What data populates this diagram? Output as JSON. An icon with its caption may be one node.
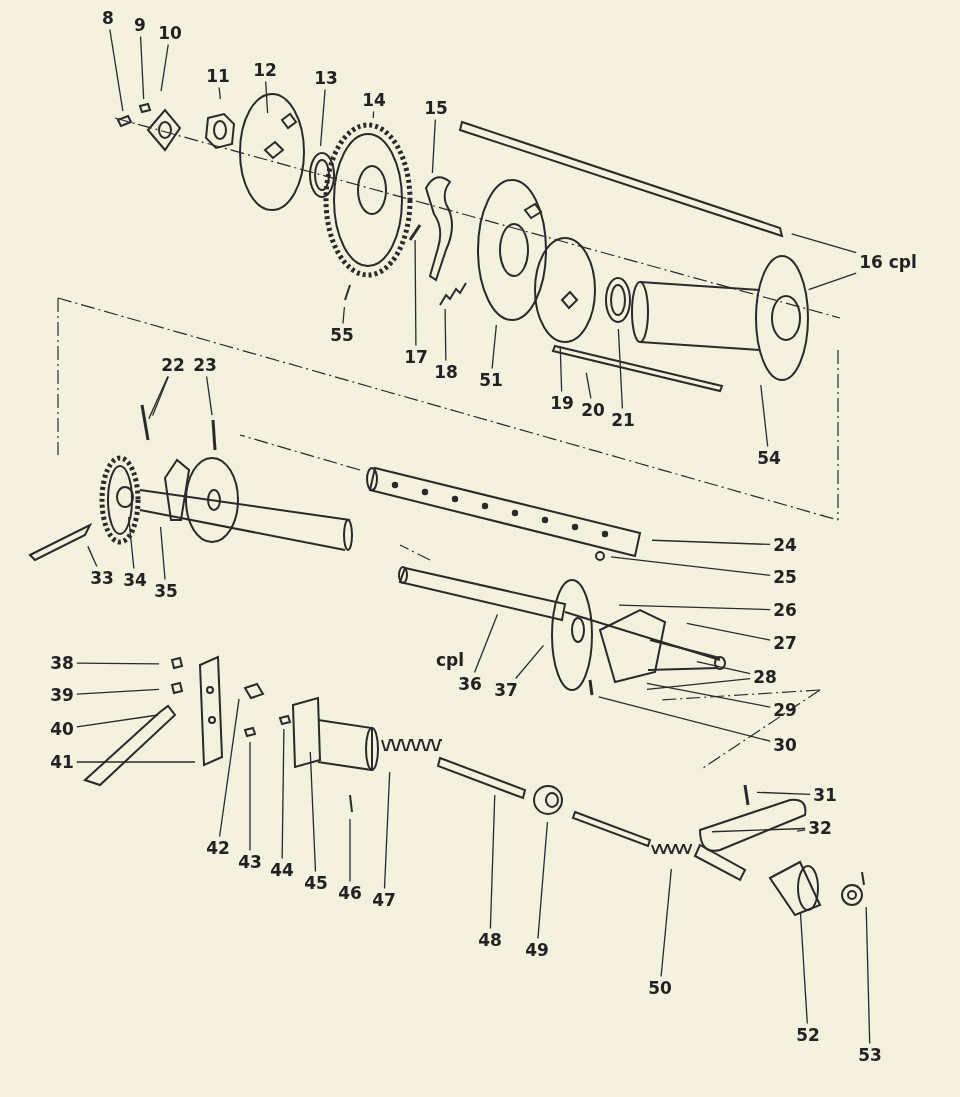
{
  "diagram": {
    "nodes": [
      {
        "text": [
          "8"
        ]
      },
      {
        "text": [
          "9"
        ]
      },
      {
        "text": [
          "10"
        ]
      },
      {
        "text": [
          "11"
        ]
      },
      {
        "text": [
          "12"
        ]
      },
      {
        "text": [
          "13"
        ]
      },
      {
        "text": [
          "14"
        ]
      },
      {
        "text": [
          "15"
        ]
      },
      {
        "text": [
          "16 cpl"
        ]
      },
      {
        "text": [
          "55"
        ]
      },
      {
        "text": [
          "17"
        ]
      },
      {
        "text": [
          "18"
        ]
      },
      {
        "text": [
          "51"
        ]
      },
      {
        "text": [
          "19"
        ]
      },
      {
        "text": [
          "20"
        ]
      },
      {
        "text": [
          "21"
        ]
      },
      {
        "text": [
          "54"
        ]
      },
      {
        "text": [
          "22"
        ]
      },
      {
        "text": [
          "23"
        ]
      },
      {
        "text": [
          "24"
        ]
      },
      {
        "text": [
          "25"
        ]
      },
      {
        "text": [
          "33"
        ]
      },
      {
        "text": [
          "34"
        ]
      },
      {
        "text": [
          "35"
        ]
      },
      {
        "text": [
          "26"
        ]
      },
      {
        "text": [
          "27"
        ]
      },
      {
        "text": [
          "38"
        ]
      },
      {
        "text": [
          "28"
        ]
      },
      {
        "text": [
          "36"
        ]
      },
      {
        "text": [
          "37"
        ]
      },
      {
        "text": [
          "39"
        ]
      },
      {
        "text": [
          "29"
        ]
      },
      {
        "text": [
          "40"
        ]
      },
      {
        "text": [
          "30"
        ]
      },
      {
        "text": [
          "41"
        ]
      },
      {
        "text": [
          "31"
        ]
      },
      {
        "text": [
          "32"
        ]
      },
      {
        "text": [
          "42"
        ]
      },
      {
        "text": [
          "43"
        ]
      },
      {
        "text": [
          "44"
        ]
      },
      {
        "text": [
          "45"
        ]
      },
      {
        "text": [
          "46"
        ]
      },
      {
        "text": [
          "47"
        ]
      },
      {
        "text": [
          "48"
        ]
      },
      {
        "text": [
          "49"
        ]
      },
      {
        "text": [
          "50"
        ]
      },
      {
        "text": [
          "52"
        ]
      },
      {
        "text": [
          "53"
        ]
      }
    ],
    "edges": [
      {
        "from": 0,
        "to": null,
        "arrow": "none"
      },
      {
        "from": 1,
        "to": null,
        "arrow": "none"
      },
      {
        "from": 2,
        "to": null,
        "arrow": "none"
      },
      {
        "from": 3,
        "to": null,
        "arrow": "none"
      },
      {
        "from": 4,
        "to": null,
        "arrow": "none"
      },
      {
        "from": 5,
        "to": null,
        "arrow": "none"
      },
      {
        "from": 6,
        "to": null,
        "arrow": "none"
      },
      {
        "from": 7,
        "to": null,
        "arrow": "none"
      },
      {
        "from": 8,
        "to": null,
        "arrow": "none"
      },
      {
        "from": 8,
        "to": null,
        "arrow": "none"
      },
      {
        "from": 9,
        "to": null,
        "arrow": "none"
      },
      {
        "from": 10,
        "to": null,
        "arrow": "none"
      },
      {
        "from": 11,
        "to": null,
        "arrow": "none"
      },
      {
        "from": 12,
        "to": null,
        "arrow": "none"
      },
      {
        "from": 13,
        "to": null,
        "arrow": "none"
      },
      {
        "from": 14,
        "to": null,
        "arrow": "none"
      },
      {
        "from": 15,
        "to": null,
        "arrow": "none"
      },
      {
        "from": 16,
        "to": null,
        "arrow": "none"
      },
      {
        "from": 17,
        "to": null,
        "arrow": "none"
      },
      {
        "from": 17,
        "to": null,
        "arrow": "none"
      },
      {
        "from": 18,
        "to": null,
        "arrow": "none"
      },
      {
        "from": 19,
        "to": null,
        "arrow": "none"
      },
      {
        "from": 20,
        "to": null,
        "arrow": "none"
      },
      {
        "from": 21,
        "to": null,
        "arrow": "none"
      },
      {
        "from": 22,
        "to": null,
        "arrow": "none"
      },
      {
        "from": 23,
        "to": null,
        "arrow": "none"
      },
      {
        "from": 24,
        "to": null,
        "arrow": "none"
      },
      {
        "from": 25,
        "to": null,
        "arrow": "none"
      },
      {
        "from": 26,
        "to": null,
        "arrow": "none"
      },
      {
        "from": 27,
        "to": null,
        "arrow": "none"
      },
      {
        "from": 27,
        "to": null,
        "arrow": "none"
      },
      {
        "from": 28,
        "to": null,
        "arrow": "none"
      },
      {
        "from": 29,
        "to": null,
        "arrow": "none"
      },
      {
        "from": 30,
        "to": null,
        "arrow": "none"
      },
      {
        "from": 31,
        "to": null,
        "arrow": "none"
      },
      {
        "from": 32,
        "to": null,
        "arrow": "none"
      },
      {
        "from": 33,
        "to": null,
        "arrow": "none"
      },
      {
        "from": 34,
        "to": null,
        "arrow": "none"
      },
      {
        "from": 35,
        "to": null,
        "arrow": "none"
      },
      {
        "from": 36,
        "to": null,
        "arrow": "none"
      },
      {
        "from": 36,
        "to": null,
        "arrow": "none"
      },
      {
        "from": 37,
        "to": null,
        "arrow": "none"
      },
      {
        "from": 38,
        "to": null,
        "arrow": "none"
      },
      {
        "from": 39,
        "to": null,
        "arrow": "none"
      },
      {
        "from": 40,
        "to": null,
        "arrow": "none"
      },
      {
        "from": 41,
        "to": null,
        "arrow": "none"
      },
      {
        "from": 42,
        "to": null,
        "arrow": "none"
      },
      {
        "from": 43,
        "to": null,
        "arrow": "none"
      },
      {
        "from": 44,
        "to": null,
        "arrow": "none"
      },
      {
        "from": 45,
        "to": null,
        "arrow": "none"
      },
      {
        "from": 46,
        "to": null,
        "arrow": "none"
      },
      {
        "from": 47,
        "to": null,
        "arrow": "none"
      }
    ],
    "labels": [
      "cpl"
    ]
  }
}
